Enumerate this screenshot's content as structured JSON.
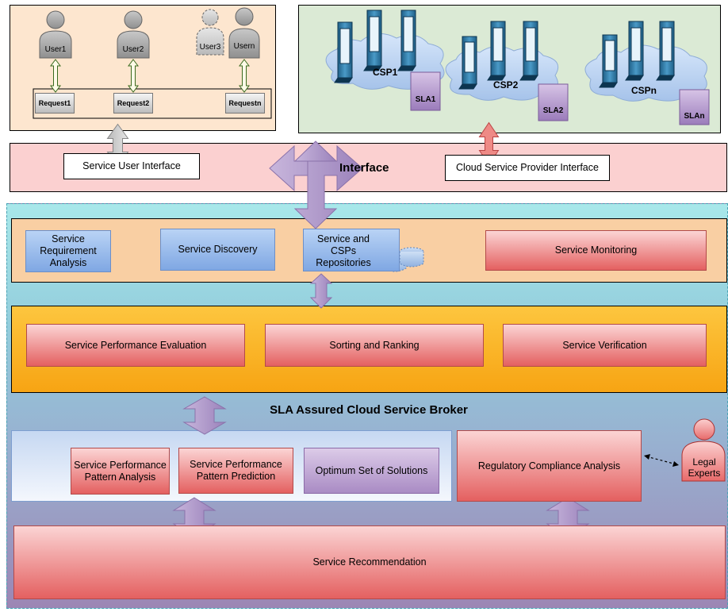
{
  "users": {
    "user1": "User1",
    "user2": "User2",
    "user3": "User3",
    "usern": "Usern",
    "request1": "Request1",
    "request2": "Request2",
    "requestn": "Requestn"
  },
  "providers": {
    "csp1": "CSP1",
    "csp2": "CSP2",
    "cspn": "CSPn",
    "sla1": "SLA1",
    "sla2": "SLA2",
    "slan": "SLAn"
  },
  "interface": {
    "title": "Interface",
    "service_user_interface": "Service User Interface",
    "csp_interface": "Cloud Service Provider  Interface"
  },
  "discovery_layer": {
    "requirement_analysis": "Service Requirement Analysis",
    "service_discovery": "Service Discovery",
    "repositories": "Service and CSPs Repositories",
    "monitoring": "Service Monitoring"
  },
  "evaluation_layer": {
    "performance_evaluation": "Service Performance Evaluation",
    "sorting_ranking": "Sorting and Ranking",
    "verification": "Service Verification"
  },
  "broker": {
    "title": "SLA Assured Cloud Service Broker",
    "pattern_analysis": "Service Performance Pattern Analysis",
    "pattern_prediction": "Service Performance Pattern Prediction",
    "optimum_solutions": "Optimum Set of Solutions",
    "regulatory_compliance": "Regulatory Compliance Analysis",
    "legal_experts": "Legal Experts",
    "recommendation": "Service Recommendation"
  }
}
